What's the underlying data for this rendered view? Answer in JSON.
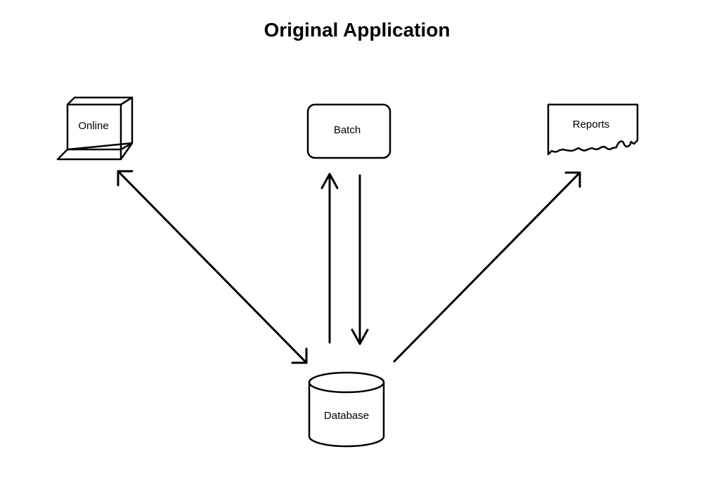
{
  "title": "Original Application",
  "nodes": {
    "online": {
      "label": "Online",
      "icon": "computer-terminal-icon"
    },
    "batch": {
      "label": "Batch",
      "icon": "rounded-process-box-icon"
    },
    "reports": {
      "label": "Reports",
      "icon": "torn-paper-report-icon"
    },
    "database": {
      "label": "Database",
      "icon": "database-cylinder-icon"
    }
  },
  "connections": [
    {
      "from": "online",
      "to": "database",
      "direction": "bidirectional"
    },
    {
      "from": "database",
      "to": "batch",
      "direction": "one-way"
    },
    {
      "from": "batch",
      "to": "database",
      "direction": "one-way"
    },
    {
      "from": "database",
      "to": "reports",
      "direction": "one-way"
    }
  ],
  "colors": {
    "line": "#000000",
    "background": "#ffffff"
  }
}
